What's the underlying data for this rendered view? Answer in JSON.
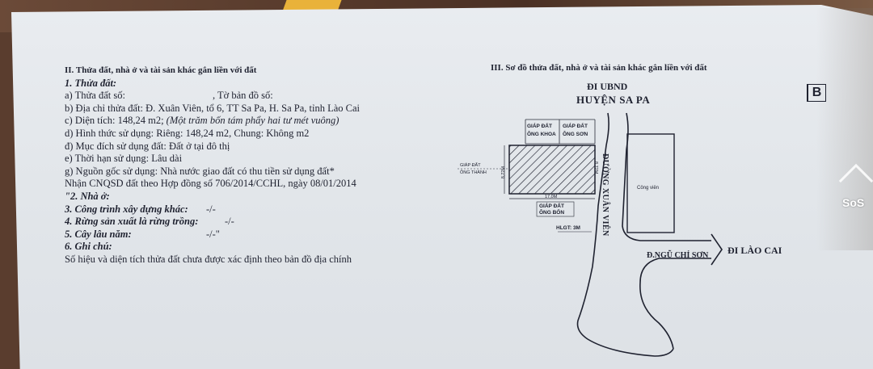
{
  "left": {
    "section_title": "II. Thửa đất, nhà ở và tài sản khác gắn liền với đất",
    "item1": "1. Thửa đất:",
    "a_label": "a) Thửa đất số:",
    "a_sheet": ", Tờ bản đồ số:",
    "b": "b) Địa chỉ thửa đất: Đ. Xuân Viên, tổ 6, TT Sa Pa, H. Sa Pa, tỉnh Lào Cai",
    "c_main": "c) Diện tích: 148,24 m2;",
    "c_words": "(Một trăm bốn tám phẩy hai tư mét vuông)",
    "d": "d) Hình thức sử dụng: Riêng: 148,24 m2, Chung: Không  m2",
    "dd": "đ) Mục đích sử dụng đất: Đất ở tại đô thị",
    "e": "e) Thời hạn sử dụng: Lâu dài",
    "g": "g) Nguồn gốc sử dụng: Nhà nước giao đất có thu tiền sử dụng đất*",
    "receipt": "Nhận CNQSD đất theo Hợp đồng số 706/2014/CCHL, ngày 08/01/2014",
    "item2": "\"2. Nhà ở:",
    "item3": "3. Công trình xây dựng khác:",
    "item3_val": "-/-",
    "item4": "4. Rừng sản xuất là rừng trồng:",
    "item4_val": "-/-",
    "item5": "5. Cây lâu năm:",
    "item5_val": "-/-\"",
    "item6": "6. Ghi chú:",
    "note": "Số hiệu và diện tích thửa đất chưa được xác định theo bản đồ địa chính"
  },
  "right": {
    "section_title": "III. Sơ đồ thửa đất, nhà ở và tài sản khác gắn liền với đất",
    "corner_letter": "B",
    "north_label_1": "ĐI UBND",
    "north_label_2": "HUYỆN SA PA",
    "neighbor_khoa_1": "GIÁP ĐẤT",
    "neighbor_khoa_2": "ÔNG KHOA",
    "neighbor_son_1": "GIÁP ĐẤT",
    "neighbor_son_2": "ÔNG SƠN",
    "neighbor_bon_1": "GIÁP ĐẤT",
    "neighbor_bon_2": "ÔNG BỐN",
    "neighbor_left_1": "GIÁP ĐẤT",
    "neighbor_left_2": "ÔNG THÀNH",
    "park": "Công viên",
    "road_vertical": "ĐƯỜNG XUÂN VIÊN",
    "road_horizontal": "Đ.NGŨ CHỈ SƠN",
    "to_laocai": "ĐI LÀO CAI",
    "hlgt": "HLGT: 3M",
    "dim_left": "8,72M",
    "dim_right": "8,72M",
    "dim_bottom": "17,0M"
  },
  "watermark": {
    "brand": "SoS"
  },
  "colors": {
    "paper": "#e4e8ec",
    "ink": "#1f2230",
    "tag": "#e9b23a"
  }
}
